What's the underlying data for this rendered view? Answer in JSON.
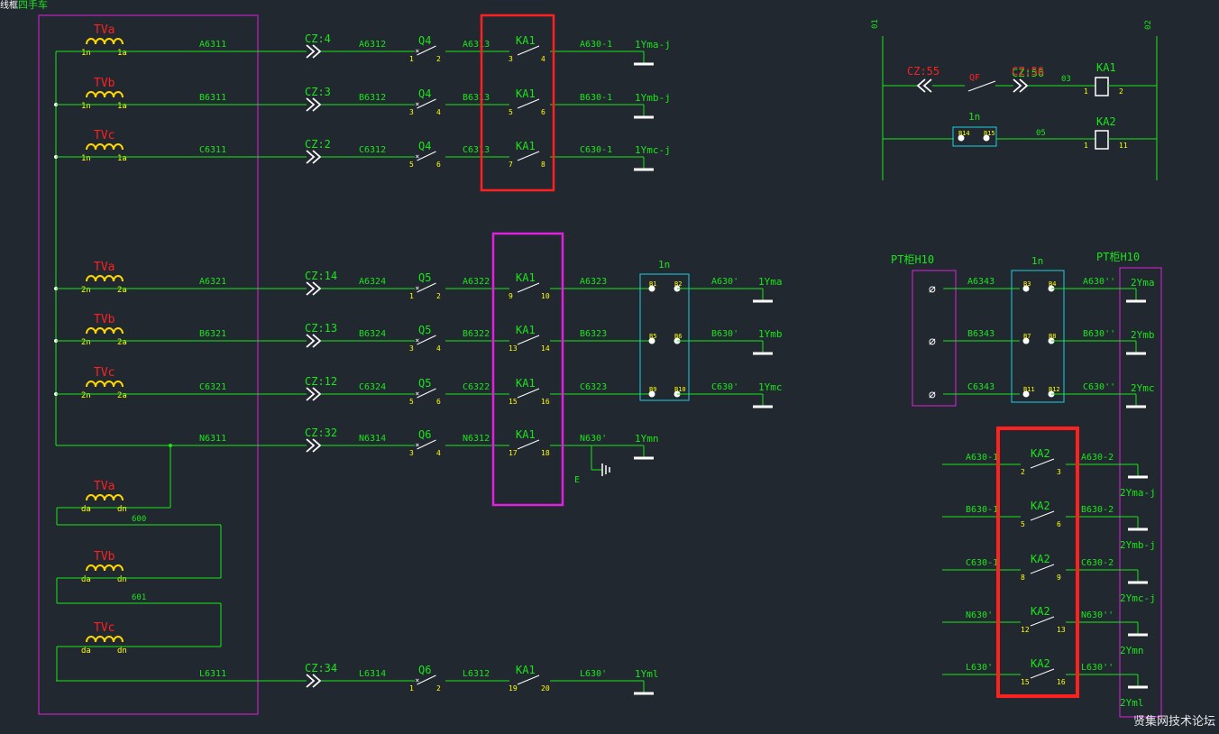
{
  "header": {
    "prefix": "线框",
    "title": "四手车"
  },
  "watermark": "贤集网技术论坛",
  "colors": {
    "bg": "#212830",
    "wire": "#19e619",
    "coil": "#ffd700",
    "red": "#ff2020",
    "pin": "#ffff00",
    "magenta": "#e020e0",
    "cyan": "#20d0e0",
    "white": "#ffffff"
  },
  "transformers": {
    "sec1": [
      {
        "name": "TVa",
        "t1": "1n",
        "t2": "1a"
      },
      {
        "name": "TVb",
        "t1": "1n",
        "t2": "1a"
      },
      {
        "name": "TVc",
        "t1": "1n",
        "t2": "1a"
      }
    ],
    "sec2": [
      {
        "name": "TVa",
        "t1": "2n",
        "t2": "2a"
      },
      {
        "name": "TVb",
        "t1": "2n",
        "t2": "2a"
      },
      {
        "name": "TVc",
        "t1": "2n",
        "t2": "2a"
      }
    ],
    "open": [
      {
        "name": "TVa",
        "t1": "da",
        "t2": "dn"
      },
      {
        "name": "TVb",
        "t1": "da",
        "t2": "dn"
      },
      {
        "name": "TVc",
        "t1": "da",
        "t2": "dn"
      }
    ],
    "open_wires": [
      "600",
      "601"
    ]
  },
  "circuits": [
    {
      "w1": "A6311",
      "cz": "CZ:4",
      "w2": "A6312",
      "q": "Q4",
      "qp": [
        "1",
        "2"
      ],
      "w3": "A6313",
      "ka": "KA1",
      "kp": [
        "3",
        "4"
      ],
      "w4": "A630-1",
      "out": "1Yma-j",
      "gnd": true
    },
    {
      "w1": "B6311",
      "cz": "CZ:3",
      "w2": "B6312",
      "q": "Q4",
      "qp": [
        "3",
        "4"
      ],
      "w3": "B6313",
      "ka": "KA1",
      "kp": [
        "5",
        "6"
      ],
      "w4": "B630-1",
      "out": "1Ymb-j",
      "gnd": true
    },
    {
      "w1": "C6311",
      "cz": "CZ:2",
      "w2": "C6312",
      "q": "Q4",
      "qp": [
        "5",
        "6"
      ],
      "w3": "C6313",
      "ka": "KA1",
      "kp": [
        "7",
        "8"
      ],
      "w4": "C630-1",
      "out": "1Ymc-j",
      "gnd": true
    },
    {
      "w1": "A6321",
      "cz": "CZ:14",
      "w2": "A6324",
      "q": "Q5",
      "qp": [
        "1",
        "2"
      ],
      "w3": "A6322",
      "ka": "KA1",
      "kp": [
        "9",
        "10"
      ],
      "w4": "A6323",
      "tb": [
        "B1",
        "B2"
      ],
      "w5": "A630'",
      "out": "1Yma",
      "gnd": true
    },
    {
      "w1": "B6321",
      "cz": "CZ:13",
      "w2": "B6324",
      "q": "Q5",
      "qp": [
        "3",
        "4"
      ],
      "w3": "B6322",
      "ka": "KA1",
      "kp": [
        "13",
        "14"
      ],
      "w4": "B6323",
      "tb": [
        "B5",
        "B6"
      ],
      "w5": "B630'",
      "out": "1Ymb",
      "gnd": true
    },
    {
      "w1": "C6321",
      "cz": "CZ:12",
      "w2": "C6324",
      "q": "Q5",
      "qp": [
        "5",
        "6"
      ],
      "w3": "C6322",
      "ka": "KA1",
      "kp": [
        "15",
        "16"
      ],
      "w4": "C6323",
      "tb": [
        "B9",
        "B10"
      ],
      "w5": "C630'",
      "out": "1Ymc",
      "gnd": true
    },
    {
      "w1": "N6311",
      "cz": "CZ:32",
      "w2": "N6314",
      "q": "Q6",
      "qp": [
        "3",
        "4"
      ],
      "w3": "N6312",
      "ka": "KA1",
      "kp": [
        "17",
        "18"
      ],
      "w4": "N630'",
      "out": "1Ymn",
      "gnd": true,
      "earth": "E"
    },
    {
      "w1": "L6311",
      "cz": "CZ:34",
      "w2": "L6314",
      "q": "Q6",
      "qp": [
        "1",
        "2"
      ],
      "w3": "L6312",
      "ka": "KA1",
      "kp": [
        "19",
        "20"
      ],
      "w4": "L630'",
      "out": "1Yml",
      "gnd": true
    }
  ],
  "tb1_label": "1n",
  "control": {
    "bus_left": "01",
    "bus_right": "02",
    "cz55": "CZ:55",
    "qf": "QF",
    "cz56": "CZ:56",
    "w03": "03",
    "ka1": "KA1",
    "ka1p": [
      "1",
      "2"
    ],
    "n_label": "1n",
    "n_pins": [
      "B14",
      "B15"
    ],
    "w05": "05",
    "ka2": "KA2",
    "ka2p": [
      "1",
      "11"
    ]
  },
  "pt": {
    "left_label": "PT柜H10",
    "right_label": "PT柜H10",
    "tb_label": "1n",
    "rows": [
      {
        "w1": "A6343",
        "tb": [
          "B3",
          "B4"
        ],
        "w2": "A630''",
        "out": "2Yma"
      },
      {
        "w1": "B6343",
        "tb": [
          "B7",
          "B8"
        ],
        "w2": "B630''",
        "out": "2Ymb"
      },
      {
        "w1": "C6343",
        "tb": [
          "B11",
          "B12"
        ],
        "w2": "C630''",
        "out": "2Ymc"
      }
    ]
  },
  "ka2_rows": [
    {
      "w1": "A630-1",
      "ka": "KA2",
      "kp": [
        "2",
        "3"
      ],
      "w2": "A630-2",
      "out": "2Yma-j"
    },
    {
      "w1": "B630-1",
      "ka": "KA2",
      "kp": [
        "5",
        "6"
      ],
      "w2": "B630-2",
      "out": "2Ymb-j"
    },
    {
      "w1": "C630-1",
      "ka": "KA2",
      "kp": [
        "8",
        "9"
      ],
      "w2": "C630-2",
      "out": "2Ymc-j"
    },
    {
      "w1": "N630'",
      "ka": "KA2",
      "kp": [
        "12",
        "13"
      ],
      "w2": "N630''",
      "out": "2Ymn"
    },
    {
      "w1": "L630'",
      "ka": "KA2",
      "kp": [
        "15",
        "16"
      ],
      "w2": "L630''",
      "out": "2Yml"
    }
  ]
}
